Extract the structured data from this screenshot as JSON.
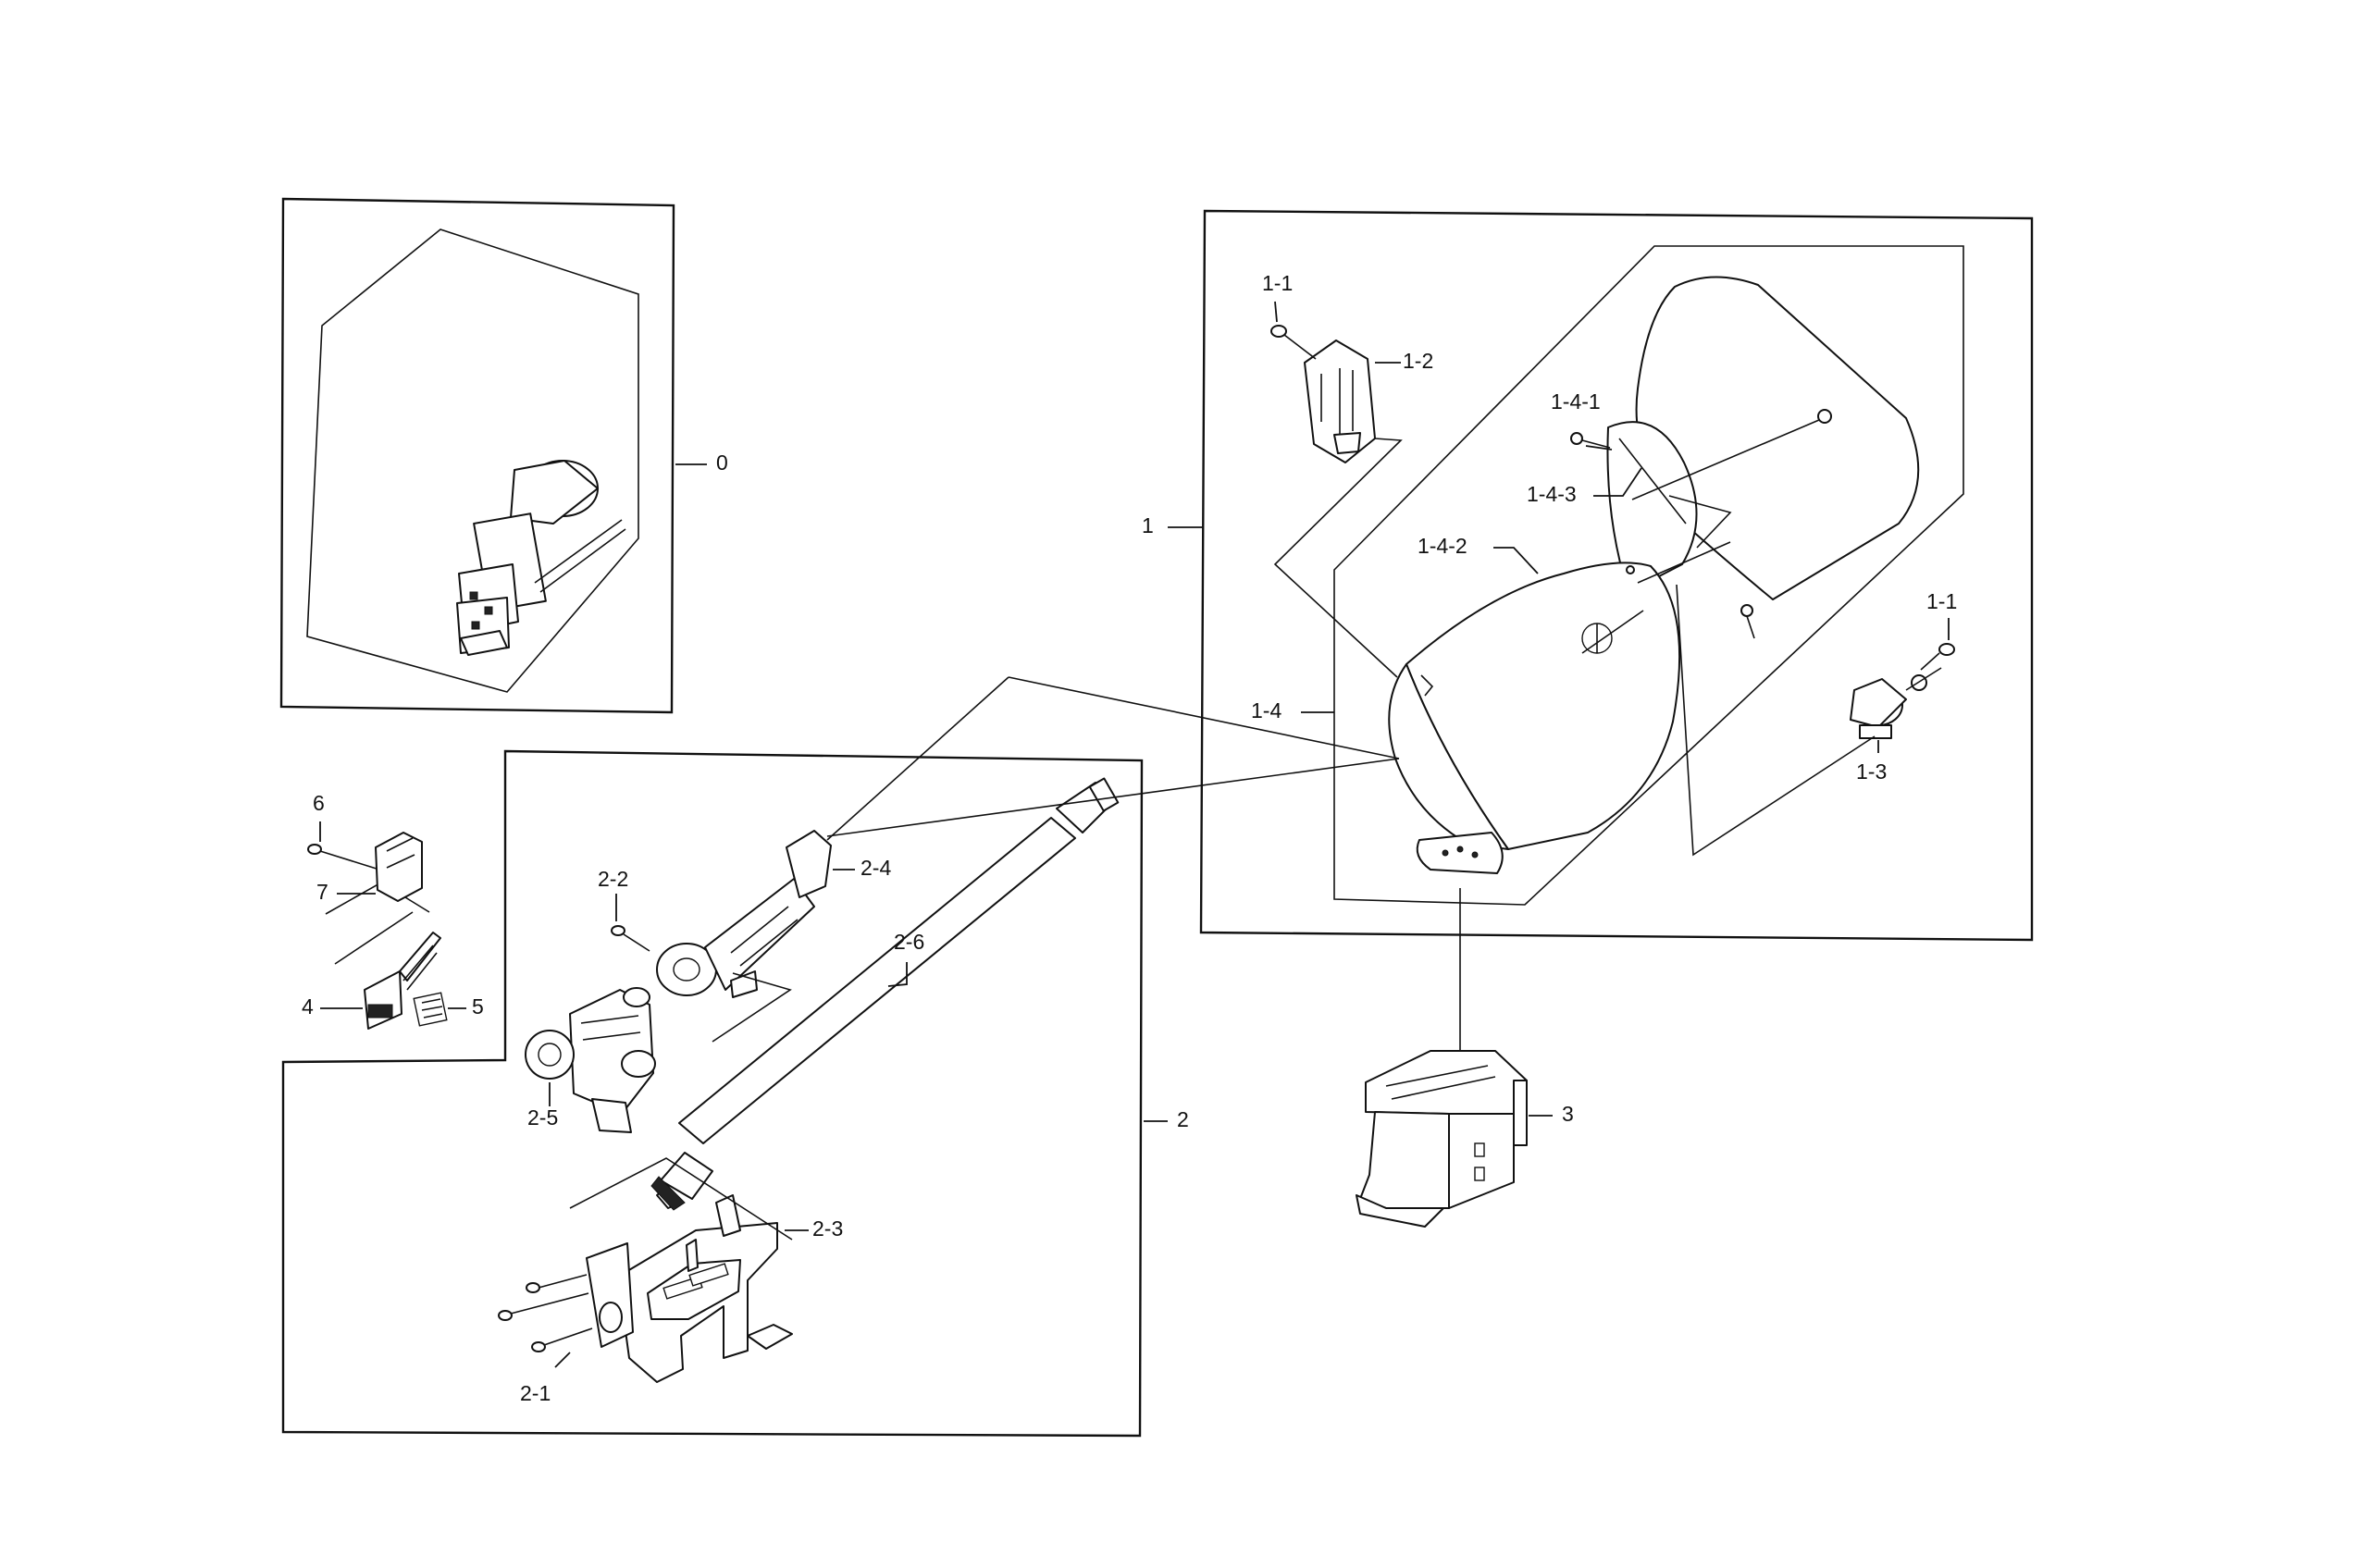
{
  "callouts": {
    "c0": "0",
    "c1": "1",
    "c1_1a": "1-1",
    "c1_1b": "1-1",
    "c1_2": "1-2",
    "c1_3": "1-3",
    "c1_4": "1-4",
    "c1_4_1": "1-4-1",
    "c1_4_2": "1-4-2",
    "c1_4_3": "1-4-3",
    "c2": "2",
    "c2_1": "2-1",
    "c2_2": "2-2",
    "c2_3": "2-3",
    "c2_4": "2-4",
    "c2_5": "2-5",
    "c2_6": "2-6",
    "c3": "3",
    "c4": "4",
    "c5": "5",
    "c6": "6",
    "c7": "7"
  }
}
